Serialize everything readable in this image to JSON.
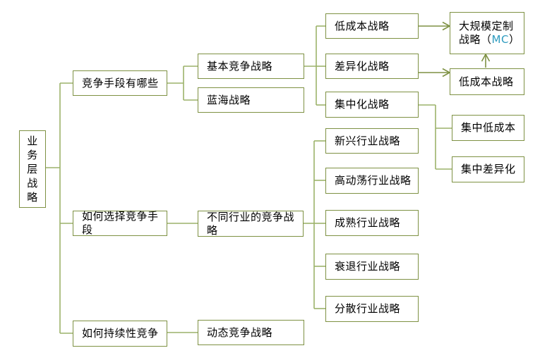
{
  "nodes": {
    "root": {
      "label": "业务层战略"
    },
    "b1": {
      "label": "竞争手段有哪些"
    },
    "b2": {
      "label": "如何选择竞争手段"
    },
    "b3": {
      "label": "如何持续性竞争"
    },
    "c1": {
      "label": "基本竞争战略"
    },
    "c2": {
      "label": "蓝海战略"
    },
    "c3": {
      "label": "不同行业的竞争战略"
    },
    "c4": {
      "label": "动态竞争战略"
    },
    "d1": {
      "label": "低成本战略"
    },
    "d2": {
      "label": "差异化战略"
    },
    "d3": {
      "label": "集中化战略"
    },
    "d4": {
      "label": "新兴行业战略"
    },
    "d5": {
      "label": "高动荡行业战略"
    },
    "d6": {
      "label": "成熟行业战略"
    },
    "d7": {
      "label": "衰退行业战略"
    },
    "d8": {
      "label": "分散行业战略"
    },
    "e1": {
      "line1": "大规模定制",
      "line2_prefix": "战略（",
      "highlight": "MC",
      "line2_suffix": "）"
    },
    "e2": {
      "label": "低成本战略"
    },
    "e3": {
      "label": "集中低成本"
    },
    "e4": {
      "label": "集中差异化"
    }
  },
  "edges": [
    {
      "from": "root",
      "to": "b1",
      "arrow": false
    },
    {
      "from": "root",
      "to": "b2",
      "arrow": false
    },
    {
      "from": "root",
      "to": "b3",
      "arrow": false
    },
    {
      "from": "b1",
      "to": "c1",
      "arrow": false
    },
    {
      "from": "b1",
      "to": "c2",
      "arrow": false
    },
    {
      "from": "b2",
      "to": "c3",
      "arrow": false
    },
    {
      "from": "b3",
      "to": "c4",
      "arrow": false
    },
    {
      "from": "c1",
      "to": "d1",
      "arrow": false
    },
    {
      "from": "c1",
      "to": "d2",
      "arrow": false
    },
    {
      "from": "c1",
      "to": "d3",
      "arrow": false
    },
    {
      "from": "c3",
      "to": "d4",
      "arrow": false
    },
    {
      "from": "c3",
      "to": "d5",
      "arrow": false
    },
    {
      "from": "c3",
      "to": "d6",
      "arrow": false
    },
    {
      "from": "c3",
      "to": "d7",
      "arrow": false
    },
    {
      "from": "c3",
      "to": "d8",
      "arrow": false
    },
    {
      "from": "d1",
      "to": "e1",
      "arrow": true
    },
    {
      "from": "d2",
      "to": "e2",
      "arrow": true
    },
    {
      "from": "e2",
      "to": "e1",
      "arrow": true
    },
    {
      "from": "d3",
      "to": "e3",
      "arrow": false
    },
    {
      "from": "d3",
      "to": "e4",
      "arrow": false
    }
  ],
  "colors": {
    "box_border": "#7e9143",
    "connector": "#9cb26a",
    "arrow": "#7e9143",
    "text": "#000000",
    "mc_highlight": "#2d9bbf",
    "canvas_bg": "#ffffff"
  }
}
